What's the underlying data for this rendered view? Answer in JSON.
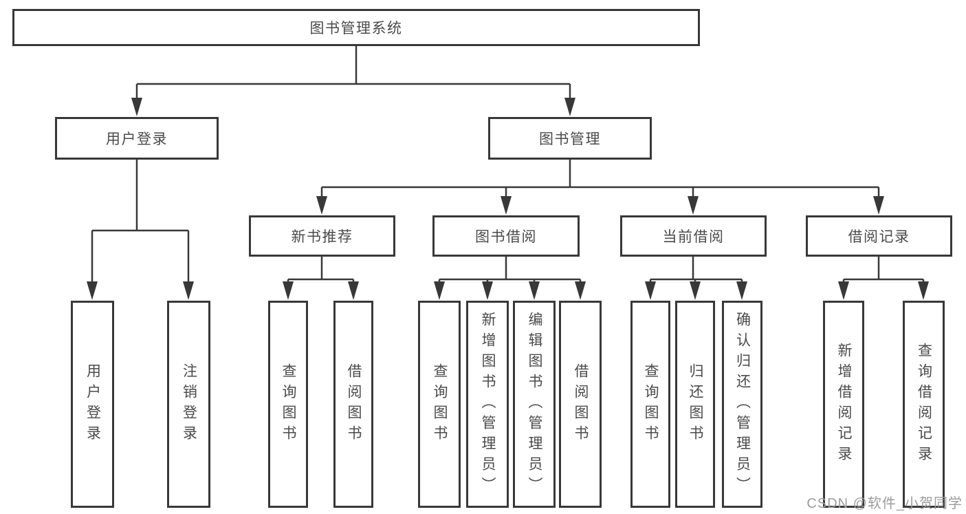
{
  "colors": {
    "line": "#383838",
    "text": "#4a4a4a",
    "background": "#ffffff",
    "watermark": "#9c9c9c"
  },
  "nodes": {
    "root": "图书管理系统",
    "user_login": "用户登录",
    "book_management": "图书管理",
    "new_book_recommend": "新书推荐",
    "book_borrowing": "图书借阅",
    "current_borrowing": "当前借阅",
    "borrowing_records": "借阅记录"
  },
  "leaves": {
    "user_login": [
      "用户登录",
      "注销登录"
    ],
    "new_book_recommend": [
      "查询图书",
      "借阅图书"
    ],
    "book_borrowing": [
      "查询图书",
      "新增图书（管理员）",
      "编辑图书（管理员）",
      "借阅图书"
    ],
    "current_borrowing": [
      "查询图书",
      "归还图书",
      "确认归还（管理员）"
    ],
    "borrowing_records": [
      "新增借阅记录",
      "查询借阅记录"
    ]
  },
  "watermark": "CSDN @软件_小贺同学"
}
